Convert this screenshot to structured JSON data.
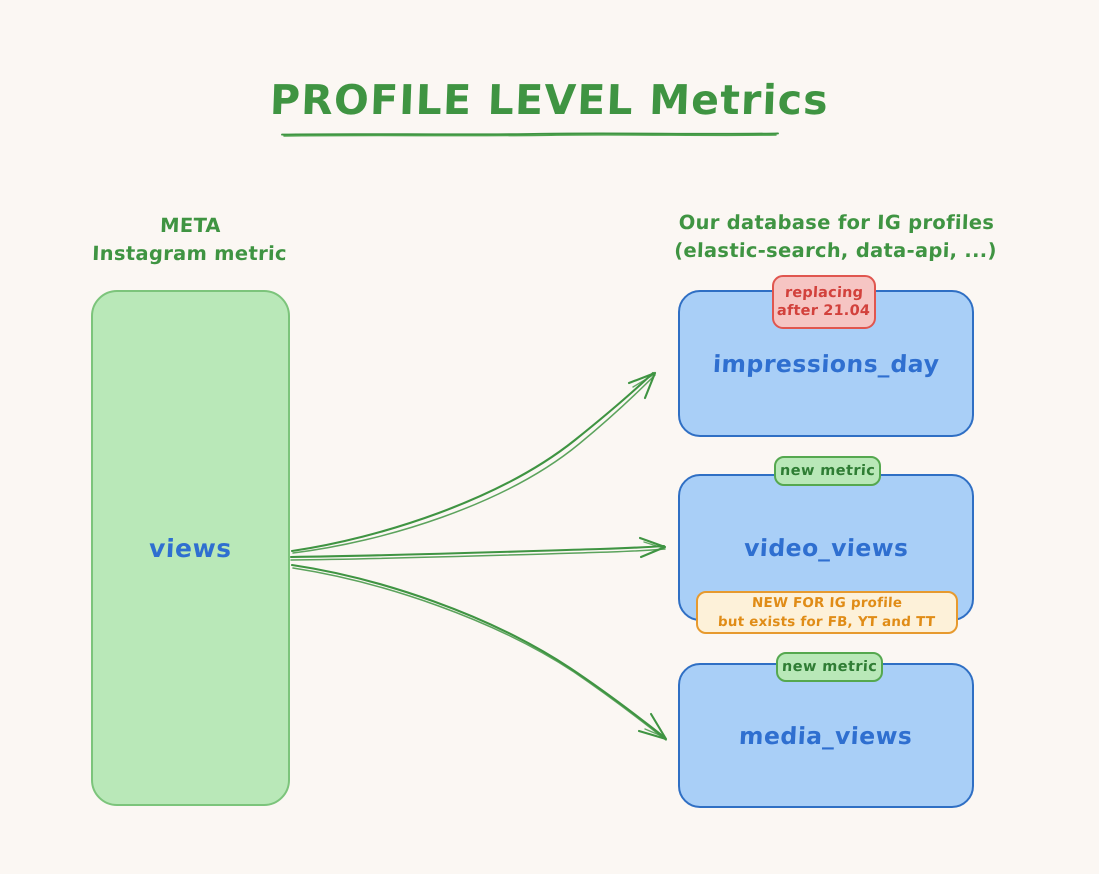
{
  "page": {
    "background_color": "#fbf7f3",
    "title": "PROFILE LEVEL Metrics",
    "title_color": "#3f9442"
  },
  "columns": {
    "left": {
      "heading_line1": "META",
      "heading_line2": "Instagram metric",
      "heading_color": "#3f9442"
    },
    "right": {
      "heading_line1": "Our database for IG profiles",
      "heading_line2": "(elastic-search, data-api, ...)",
      "heading_color": "#3f9442"
    }
  },
  "source_node": {
    "label": "views",
    "fill_color": "#b9e8b8",
    "border_color": "#7cc47b",
    "text_color": "#2f6fd0"
  },
  "metric_nodes": [
    {
      "label": "impressions_day",
      "fill_color": "#a9cff7",
      "border_color": "#2f6fc4",
      "text_color": "#2f6fd0",
      "badge_top": {
        "line1": "replacing",
        "line2": "after 21.04",
        "kind": "warning-red",
        "fill_color": "#f6c5c3",
        "border_color": "#e0564f",
        "text_color": "#d2413c"
      }
    },
    {
      "label": "video_views",
      "fill_color": "#a9cff7",
      "border_color": "#2f6fc4",
      "text_color": "#2f6fd0",
      "badge_top": {
        "line1": "new metric",
        "kind": "new-green",
        "fill_color": "#b9e8b8",
        "border_color": "#55a84f",
        "text_color": "#2f7d34"
      },
      "badge_bottom": {
        "line1": "NEW FOR IG profile",
        "line2": "but exists for FB, YT and TT",
        "kind": "note-orange",
        "fill_color": "#fdf1d9",
        "border_color": "#e79a2e",
        "text_color": "#e08c17"
      }
    },
    {
      "label": "media_views",
      "fill_color": "#a9cff7",
      "border_color": "#2f6fc4",
      "text_color": "#2f6fd0",
      "badge_top": {
        "line1": "new metric",
        "kind": "new-green",
        "fill_color": "#b9e8b8",
        "border_color": "#55a84f",
        "text_color": "#2f7d34"
      }
    }
  ],
  "connectors": {
    "count": 3,
    "color": "#3f9442",
    "style": "hand-drawn-arrow",
    "from": "views",
    "to": [
      "impressions_day",
      "video_views",
      "media_views"
    ]
  }
}
